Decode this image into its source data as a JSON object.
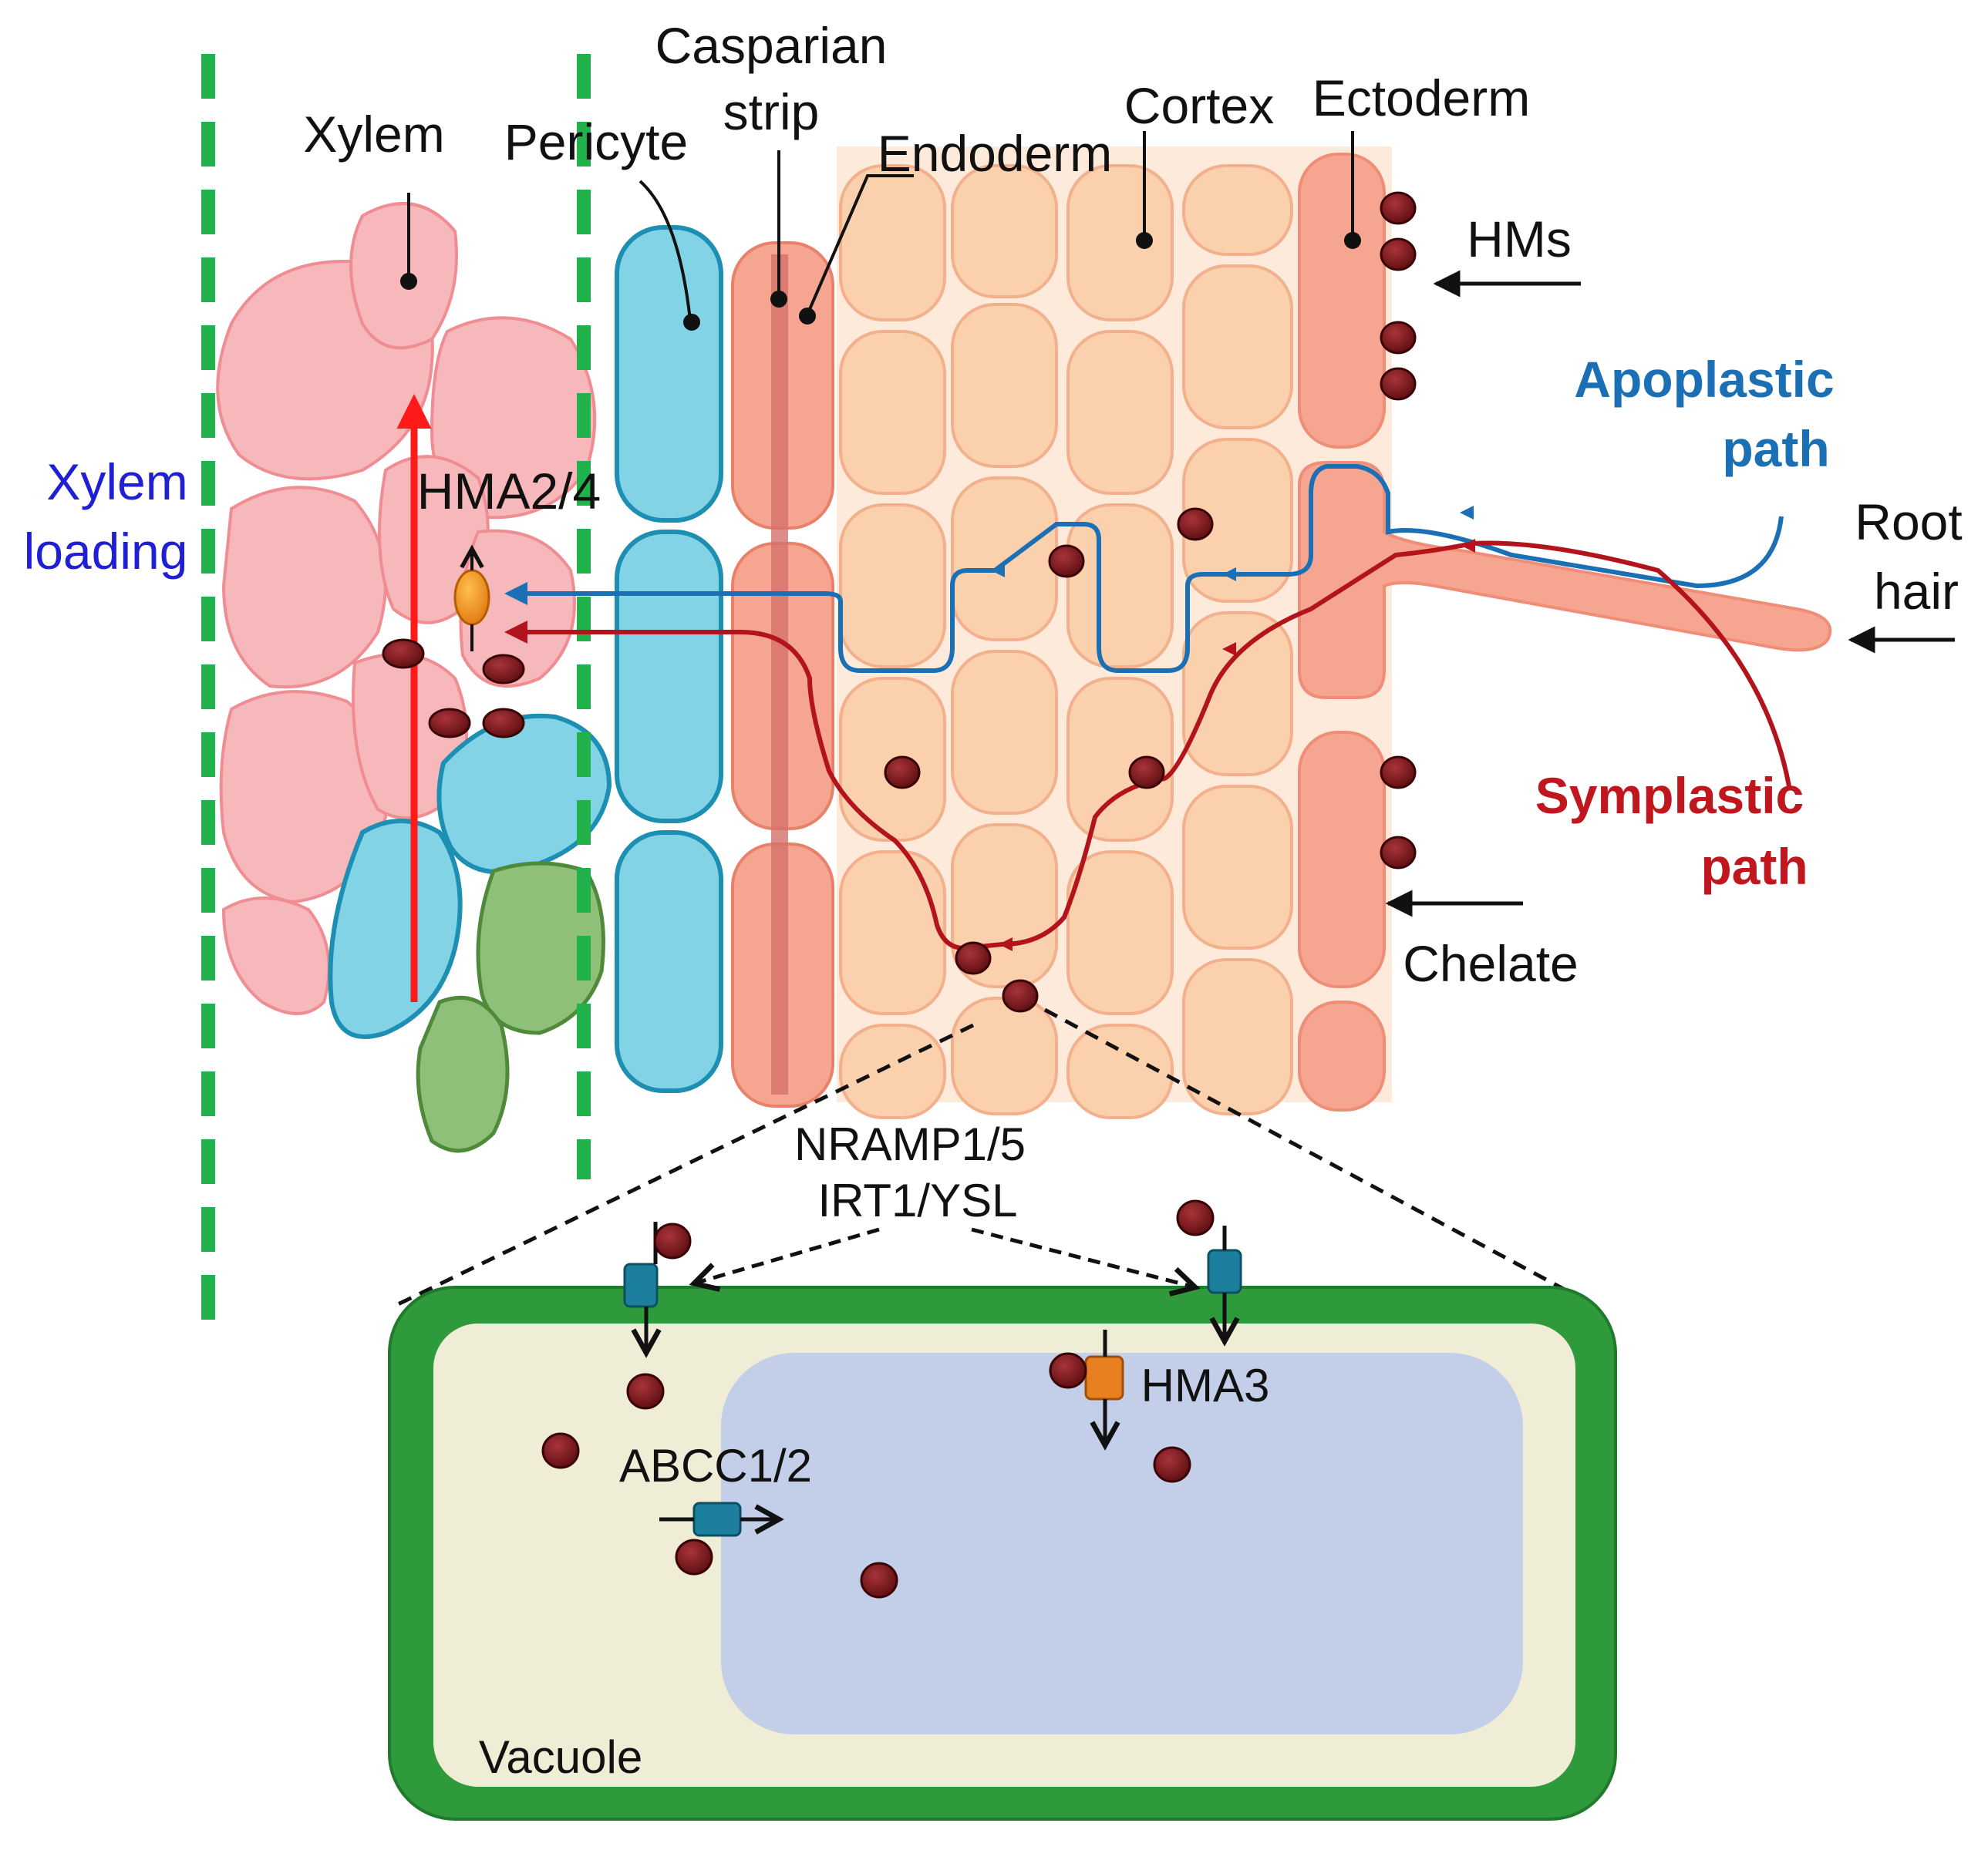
{
  "labels": {
    "casparian_strip_line1": "Casparian",
    "casparian_strip_line2": "strip",
    "xylem": "Xylem",
    "pericyte": "Pericyte",
    "endoderm": "Endoderm",
    "cortex": "Cortex",
    "ectoderm": "Ectoderm",
    "hms": "HMs",
    "apoplastic_line1": "Apoplastic",
    "apoplastic_line2": "path",
    "root_hair_line1": "Root",
    "root_hair_line2": "hair",
    "xylem_loading_line1": "Xylem",
    "xylem_loading_line2": "loading",
    "hma24": "HMA2/4",
    "symplastic_line1": "Symplastic",
    "symplastic_line2": "path",
    "chelate": "Chelate",
    "nramp_line1": "NRAMP1/5",
    "nramp_line2": "IRT1/YSL",
    "hma3": "HMA3",
    "abcc": "ABCC1/2",
    "vacuole": "Vacuole"
  },
  "colors": {
    "xylem_cell": "#f7b8bc",
    "xylem_stroke": "#ef8d92",
    "pericycle_cell": "#82d3e6",
    "pericycle_stroke": "#1d8fb3",
    "endodermis_cell": "#f6a690",
    "cortex_cell": "#fbd0ad",
    "cortex_stroke": "#f2a580",
    "phloem_cell": "#8fc07a",
    "apoplastic_path": "#1a6fb5",
    "symplastic_path": "#b3141b",
    "xylem_arrow": "#ff1a1a",
    "stele_boundary": "#22b24c",
    "heavy_metal": "#7a1518",
    "cell_wall": "#2f9a3b",
    "cytoplasm": "#efedd6",
    "vacuole": "#c3cfe8",
    "transporter_blue": "#1d7f9e",
    "transporter_orange": "#e8801f"
  }
}
